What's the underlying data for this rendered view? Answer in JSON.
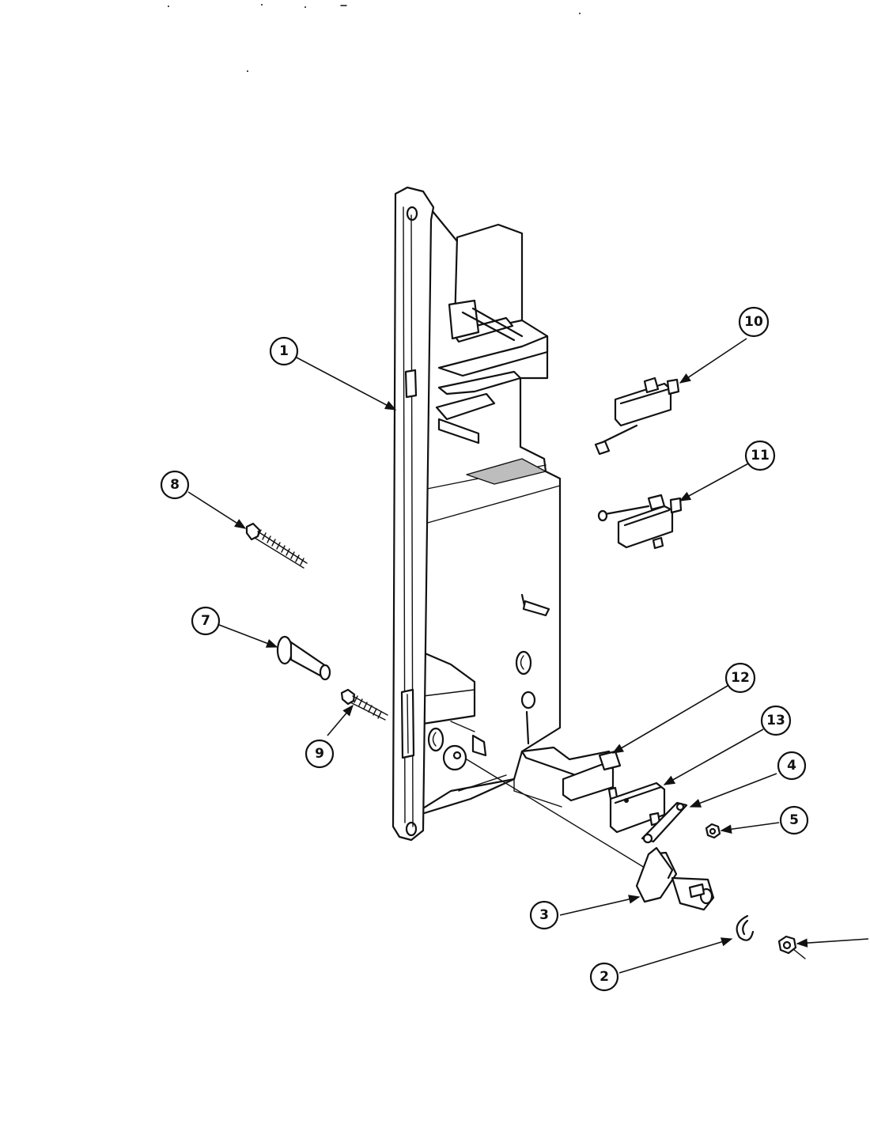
{
  "callouts": [
    {
      "id": "c1",
      "label": "1"
    },
    {
      "id": "c2",
      "label": "2"
    },
    {
      "id": "c3",
      "label": "3"
    },
    {
      "id": "c4",
      "label": "4"
    },
    {
      "id": "c5",
      "label": "5"
    },
    {
      "id": "c7",
      "label": "7"
    },
    {
      "id": "c8",
      "label": "8"
    },
    {
      "id": "c9",
      "label": "9"
    },
    {
      "id": "c10",
      "label": "10"
    },
    {
      "id": "c11",
      "label": "11"
    },
    {
      "id": "c12",
      "label": "12"
    },
    {
      "id": "c13",
      "label": "13"
    }
  ]
}
